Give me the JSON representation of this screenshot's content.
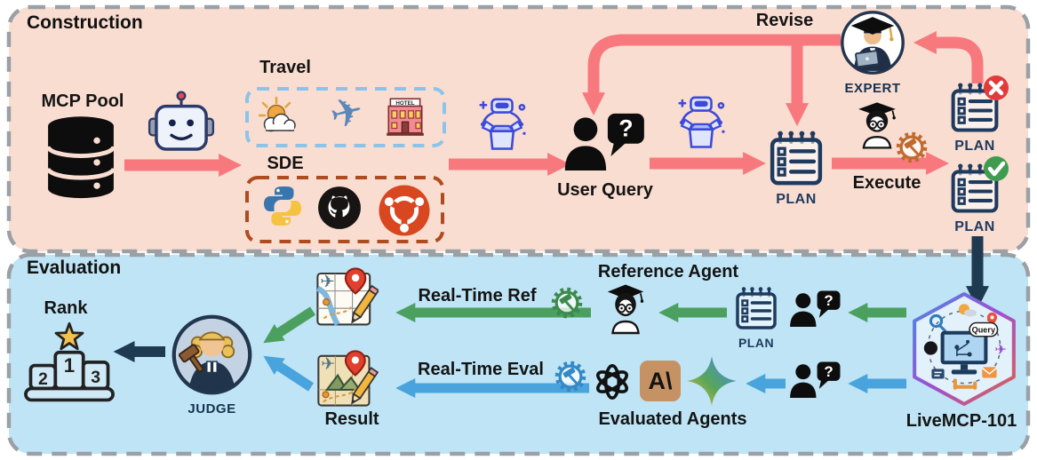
{
  "construction": {
    "title": "Construction",
    "mcp_pool": "MCP Pool",
    "travel": "Travel",
    "sde": "SDE",
    "user_query": "User Query",
    "revise": "Revise",
    "execute": "Execute",
    "expert": "EXPERT",
    "plan": "PLAN",
    "hotel_sign": "HOTEL"
  },
  "evaluation": {
    "title": "Evaluation",
    "rank": "Rank",
    "judge": "JUDGE",
    "result": "Result",
    "real_time_ref": "Real-Time Ref",
    "real_time_eval": "Real-Time Eval",
    "reference_agent": "Reference Agent",
    "evaluated_agents": "Evaluated Agents",
    "livemcp": "LiveMCP-101",
    "query_bubble": "Query",
    "rank_first": "1",
    "rank_second": "2",
    "rank_third": "3"
  },
  "glyphs": {
    "question_mark": "?",
    "plane": "✈",
    "anthropic": "A\\"
  },
  "colors": {
    "construction_bg": "#f9ddd1",
    "evaluation_bg": "#bee4f5",
    "arrow_salmon": "#f8797d",
    "arrow_green": "#4ba05f",
    "arrow_blue": "#49a3dc",
    "arrow_navy": "#1e3a50",
    "travel_box_border": "#8ac4ea",
    "sde_box_border": "#b04a1f"
  }
}
